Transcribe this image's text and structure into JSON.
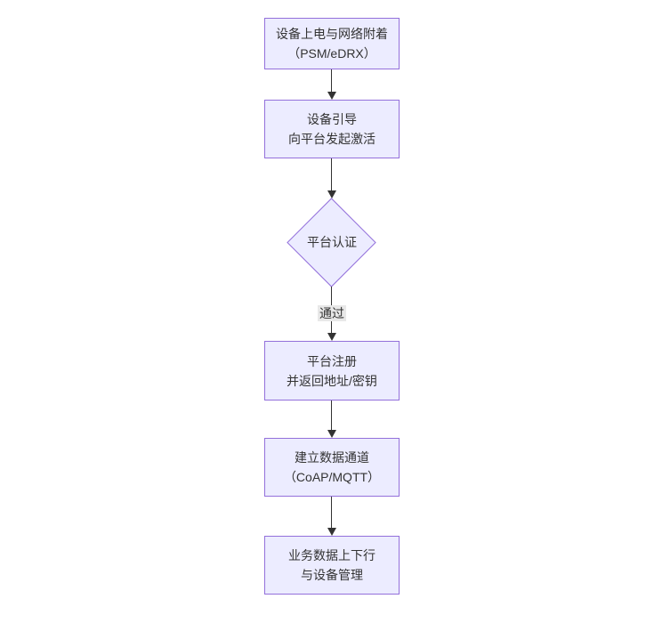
{
  "diagram": {
    "type": "flowchart",
    "direction": "top-down",
    "colors": {
      "background": "#ffffff",
      "node_fill": "#ececff",
      "node_border": "#9370db",
      "text": "#333333",
      "edge": "#333333",
      "edge_label_bg": "#e8e8e8"
    },
    "nodes": [
      {
        "shape": "rect",
        "lines": [
          "设备上电与网络附着",
          "（PSM/eDRX）"
        ]
      },
      {
        "shape": "rect",
        "lines": [
          "设备引导",
          "向平台发起激活"
        ]
      },
      {
        "shape": "diamond",
        "lines": [
          "平台认证"
        ]
      },
      {
        "shape": "rect",
        "lines": [
          "平台注册",
          "并返回地址/密钥"
        ]
      },
      {
        "shape": "rect",
        "lines": [
          "建立数据通道",
          "（CoAP/MQTT）"
        ]
      },
      {
        "shape": "rect",
        "lines": [
          "业务数据上下行",
          "与设备管理"
        ]
      }
    ],
    "edges": [
      {
        "from": 0,
        "to": 1,
        "label": ""
      },
      {
        "from": 1,
        "to": 2,
        "label": ""
      },
      {
        "from": 2,
        "to": 3,
        "label": "通过"
      },
      {
        "from": 3,
        "to": 4,
        "label": ""
      },
      {
        "from": 4,
        "to": 5,
        "label": ""
      }
    ]
  }
}
